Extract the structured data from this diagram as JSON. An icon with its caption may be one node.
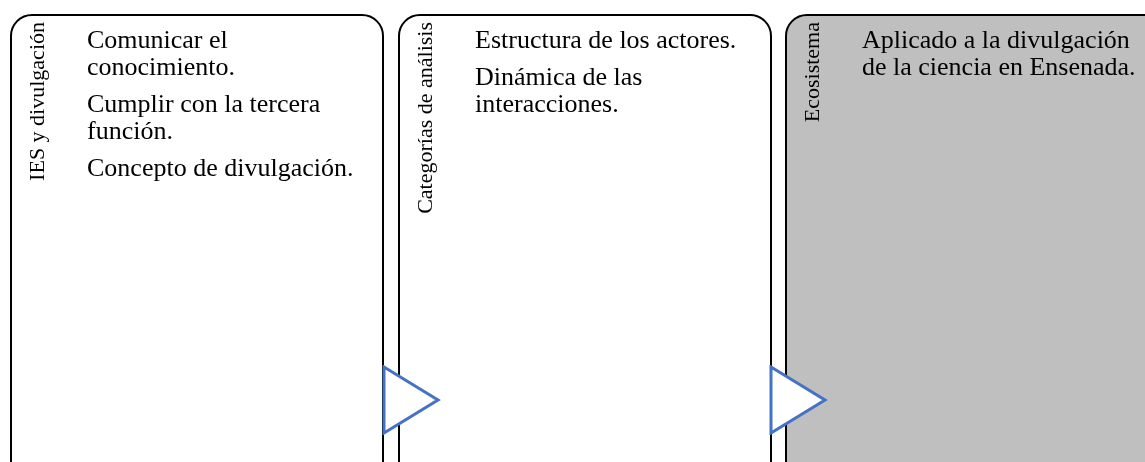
{
  "diagram": {
    "nodes": [
      {
        "text": [
          "IES y divulgación",
          "Comunicar el conocimiento.",
          "Cumplir con la tercera función.",
          "Concepto de divulgación."
        ]
      },
      {
        "text": [
          "Categorías de análisis",
          "Estructura de los actores.",
          "Dinámica de las interacciones."
        ]
      },
      {
        "text": [
          "Ecosistema",
          "Aplicado a la divulgación de la ciencia en Ensenada."
        ]
      }
    ],
    "edges": [
      {
        "from": 0,
        "to": 1,
        "arrow": "to"
      },
      {
        "from": 1,
        "to": 2,
        "arrow": "to"
      }
    ]
  }
}
